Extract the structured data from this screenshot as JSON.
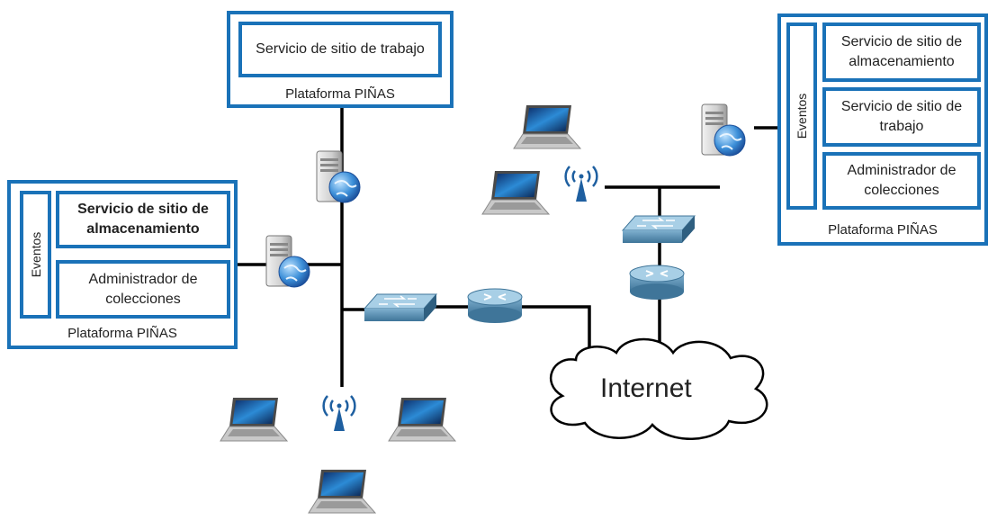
{
  "top_platform": {
    "service": "Servicio de sitio de trabajo",
    "platform_label": "Plataforma PIÑAS"
  },
  "left_platform": {
    "events_label": "Eventos",
    "storage_service": "Servicio de sitio de almacenamiento",
    "collections_admin": "Administrador de colecciones",
    "platform_label": "Plataforma PIÑAS"
  },
  "right_platform": {
    "events_label": "Eventos",
    "storage_service": "Servicio de sitio de almacenamiento",
    "work_service": "Servicio de sitio de trabajo",
    "collections_admin": "Administrador de colecciones",
    "platform_label": "Plataforma PIÑAS"
  },
  "internet_label": "Internet",
  "colors": {
    "box_border": "#1a72b8",
    "device_body": "#5a8fb0",
    "link": "#000000"
  }
}
